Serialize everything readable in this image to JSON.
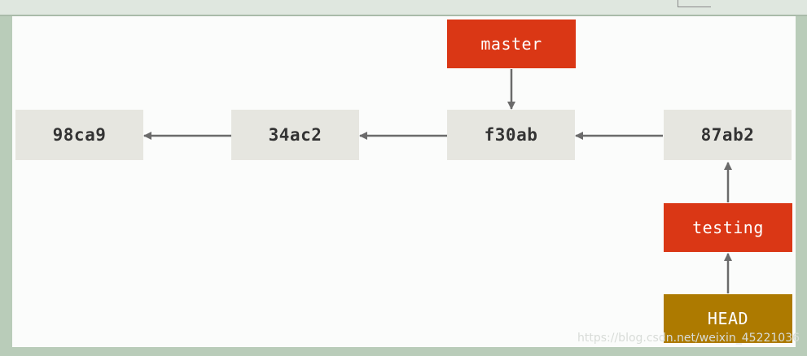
{
  "diagram": {
    "commits": [
      {
        "id": "98ca9"
      },
      {
        "id": "34ac2"
      },
      {
        "id": "f30ab"
      },
      {
        "id": "87ab2"
      }
    ],
    "branches": {
      "master": "master",
      "testing": "testing"
    },
    "head": "HEAD",
    "colors": {
      "commit_fill": "#e6e6e0",
      "branch_fill": "#da3715",
      "head_fill": "#ad7a00",
      "arrow": "#6b6b6b"
    }
  },
  "watermark": "https://blog.csdn.net/weixin_45221036"
}
